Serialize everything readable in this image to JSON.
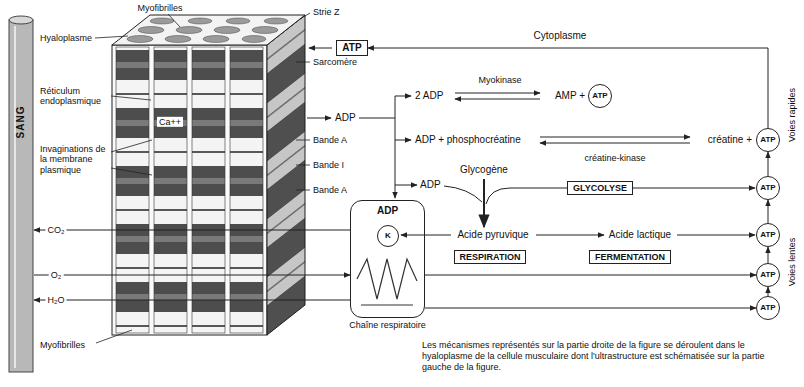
{
  "diagram": {
    "caption": "Les mécanismes représentés sur la partie droite de la figure se déroulent dans le hyaloplasme de la cellule musculaire dont l'ultrastructure est schématisée sur la partie gauche de la figure.",
    "nodes": [
      {
        "text": [
          "SANG"
        ]
      },
      {
        "text": [
          "ATP"
        ]
      },
      {
        "text": [
          "ATP"
        ]
      },
      {
        "text": [
          "ATP"
        ]
      },
      {
        "text": [
          "GLYCOLYSE"
        ]
      },
      {
        "text": [
          "ATP"
        ]
      },
      {
        "text": [
          "ADP",
          "Chaîne respiratoire"
        ]
      },
      {
        "text": [
          "K"
        ],
        "in": 6
      },
      {
        "text": [
          "RESPIRATION"
        ]
      },
      {
        "text": [
          "FERMENTATION"
        ]
      },
      {
        "text": [
          "ATP"
        ]
      },
      {
        "text": [
          "ATP"
        ]
      },
      {
        "text": [
          "ATP"
        ]
      }
    ],
    "edges": [
      {
        "from": 12,
        "to": 11,
        "arrow": "to"
      },
      {
        "from": 11,
        "to": 10,
        "arrow": "to"
      },
      {
        "from": 10,
        "to": 5,
        "arrow": "to"
      },
      {
        "from": 5,
        "to": 3,
        "arrow": "to"
      },
      {
        "from": 3,
        "to": 1,
        "arrow": "to"
      },
      {
        "from": 6,
        "to": 11,
        "arrow": "to"
      },
      {
        "from": 6,
        "to": 12,
        "arrow": "to"
      },
      {
        "from": 6,
        "to": 0,
        "label": "CO₂",
        "arrow": "to"
      },
      {
        "from": 0,
        "to": 6,
        "label": "O₂",
        "arrow": "to"
      },
      {
        "from": 6,
        "to": 0,
        "label": "H₂O",
        "arrow": "to"
      }
    ],
    "labels": [
      "Myofibrilles",
      "Strie Z",
      "Hyaloplasme",
      "Sarcomère",
      "Cytoplasme",
      "Réticulum endoplasmique",
      "Ca++",
      "Bande A",
      "Bande I",
      "Bande A",
      "Invaginations de la membrane plasmique",
      "Myofibrilles",
      "Myokinase",
      "2 ADP",
      "AMP +",
      "ADP",
      "ADP + phosphocréatine",
      "créatine +",
      "créatine-kinase",
      "Glycogène",
      "ADP",
      "Acide pyruvique",
      "Acide lactique",
      "Voies rapides",
      "Voies lentes"
    ]
  }
}
